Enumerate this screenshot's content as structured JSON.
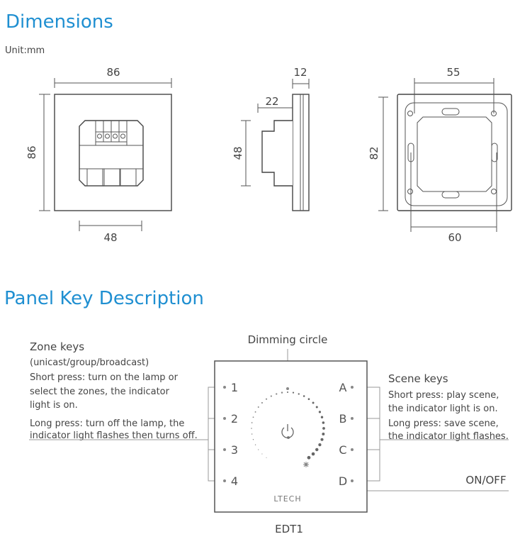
{
  "dimensions": {
    "title": "Dimensions",
    "unit": "Unit:mm",
    "front": {
      "width": "86",
      "height": "86",
      "module_width": "48"
    },
    "side": {
      "thickness": "12",
      "depth": "22",
      "module_height": "48"
    },
    "back": {
      "hole_spacing": "55",
      "height": "82",
      "width": "60"
    }
  },
  "panel": {
    "title": "Panel Key Description",
    "dimming_label": "Dimming circle",
    "zone": {
      "title": "Zone keys",
      "subtitle": "(unicast/group/broadcast)",
      "lines": [
        "Short press: turn on the lamp or",
        "select the zones, the indicator",
        "light is on.",
        "Long press: turn off the lamp, the",
        "indicator light flashes then turns off."
      ]
    },
    "scene": {
      "title": "Scene keys",
      "lines": [
        "Short press: play scene,",
        "the indicator light is on.",
        "Long press: save scene,",
        "the indicator light flashes."
      ]
    },
    "zone_keys": [
      "1",
      "2",
      "3",
      "4"
    ],
    "scene_keys": [
      "A",
      "B",
      "C",
      "D"
    ],
    "onoff_label": "ON/OFF",
    "brand": "LTECH",
    "model": "EDT1",
    "accent_color": "#1f8fd1"
  }
}
